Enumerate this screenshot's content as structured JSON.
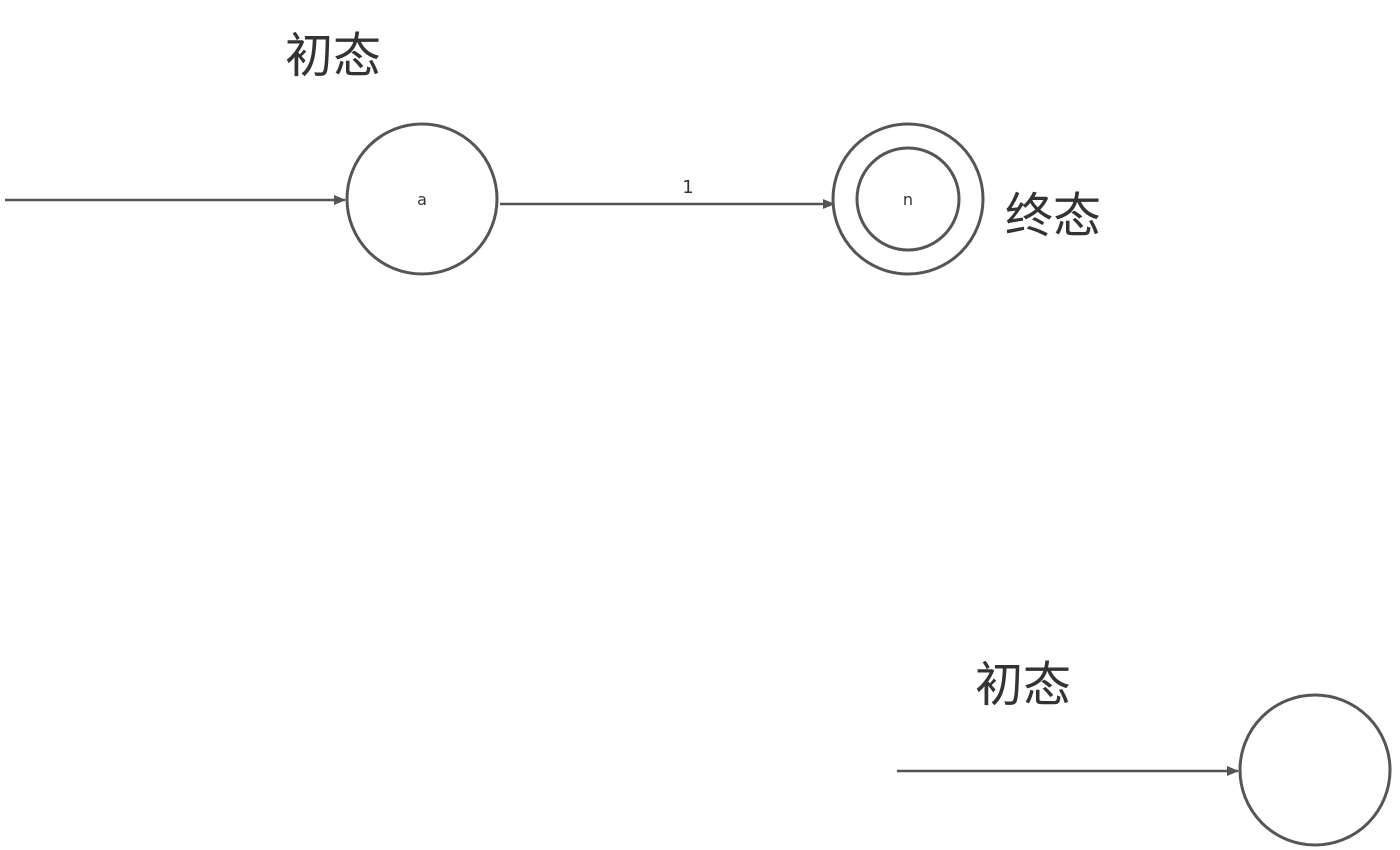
{
  "colors": {
    "stroke": "#555555",
    "text": "#333333",
    "background": "#ffffff"
  },
  "diagram": {
    "top": {
      "initial_label": "初态",
      "final_label": "终态",
      "state_a": "a",
      "state_n": "n",
      "transition_label": "1"
    },
    "bottom": {
      "initial_label": "初态"
    }
  }
}
